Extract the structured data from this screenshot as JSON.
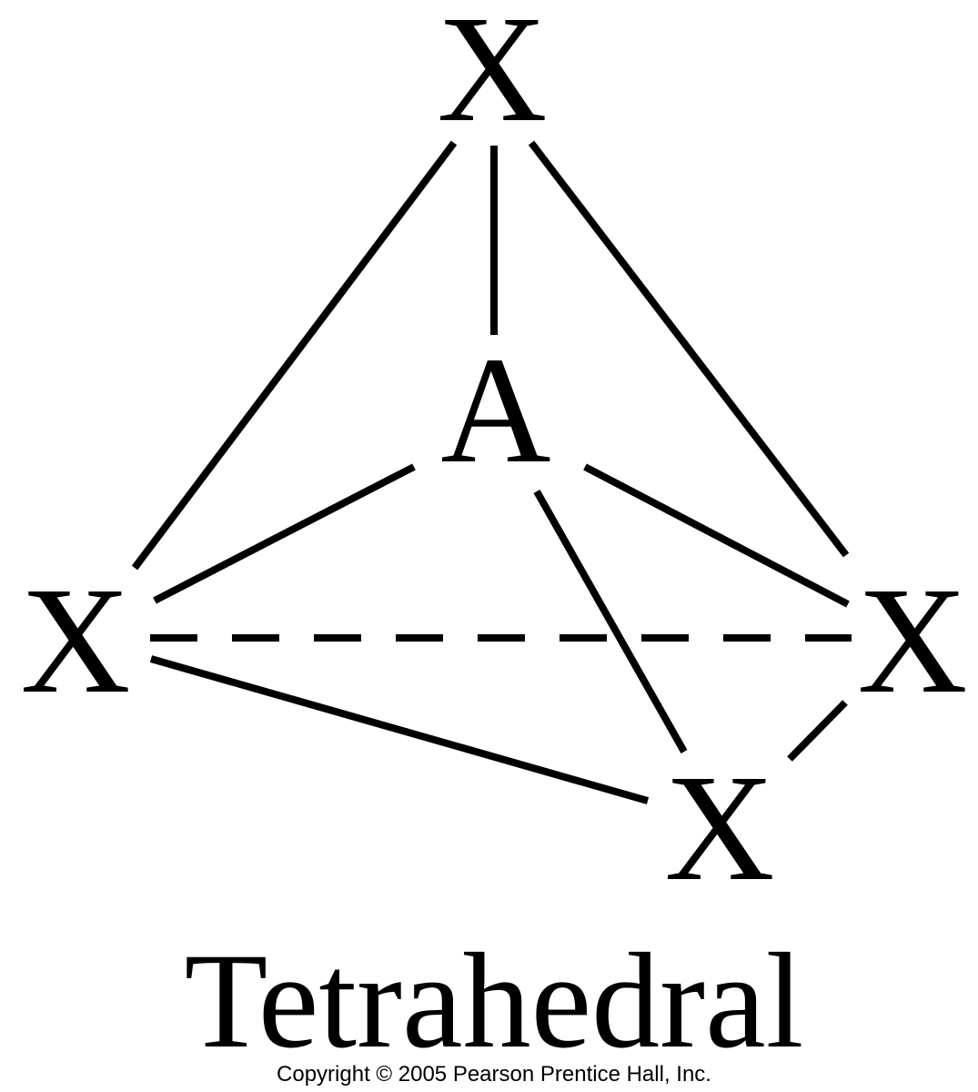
{
  "central_atom": "A",
  "ligand_atoms": {
    "top": "X",
    "left": "X",
    "right": "X",
    "bottom": "X"
  },
  "title": "Tetrahedral",
  "copyright": "Copyright © 2005 Pearson Prentice Hall, Inc.",
  "colors": {
    "ink": "#000000",
    "background": "#ffffff"
  }
}
